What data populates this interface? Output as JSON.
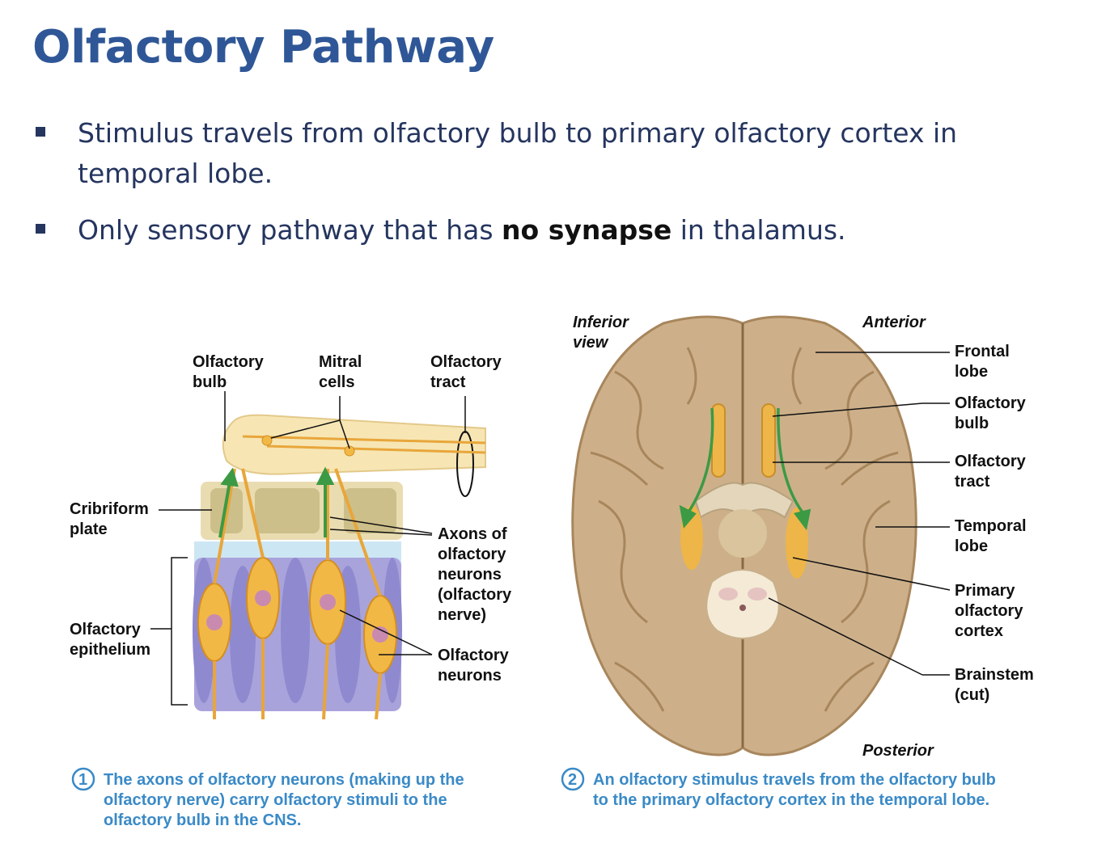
{
  "title": "Olfactory Pathway",
  "bullets": {
    "b1": "Stimulus travels from olfactory bulb to primary olfactory cortex in temporal lobe.",
    "b2_pre": "Only sensory pathway that has ",
    "b2_bold": "no synapse",
    "b2_post": " in thalamus."
  },
  "left_figure": {
    "labels": {
      "bulb_1": "Olfactory",
      "bulb_2": "bulb",
      "mitral_1": "Mitral",
      "mitral_2": "cells",
      "tract_1": "Olfactory",
      "tract_2": "tract",
      "cribriform_1": "Cribriform",
      "cribriform_2": "plate",
      "epithelium_1": "Olfactory",
      "epithelium_2": "epithelium",
      "axons_1": "Axons of",
      "axons_2": "olfactory",
      "axons_3": "neurons",
      "axons_4": "(olfactory",
      "axons_5": "nerve)",
      "neurons_1": "Olfactory",
      "neurons_2": "neurons"
    },
    "caption": {
      "number": "1",
      "line1": "The axons of olfactory neurons (making up the",
      "line2": "olfactory nerve) carry olfactory stimuli to the",
      "line3": "olfactory bulb in the CNS."
    }
  },
  "right_figure": {
    "labels": {
      "inferior_1": "Inferior",
      "inferior_2": "view",
      "anterior": "Anterior",
      "posterior": "Posterior",
      "frontal_1": "Frontal",
      "frontal_2": "lobe",
      "obulb_1": "Olfactory",
      "obulb_2": "bulb",
      "otract_1": "Olfactory",
      "otract_2": "tract",
      "temporal_1": "Temporal",
      "temporal_2": "lobe",
      "primary_1": "Primary",
      "primary_2": "olfactory",
      "primary_3": "cortex",
      "brainstem_1": "Brainstem",
      "brainstem_2": "(cut)"
    },
    "caption": {
      "number": "2",
      "line1": "An olfactory stimulus travels from the olfactory bulb",
      "line2": "to the primary olfactory cortex in the temporal lobe."
    }
  },
  "colors": {
    "title": "#2f5797",
    "caption": "#3a8ac7",
    "brain": "#cdb08a",
    "neuron": "#f0b23e",
    "epithelium": "#9a95d6",
    "arrow": "#3c9a45"
  }
}
